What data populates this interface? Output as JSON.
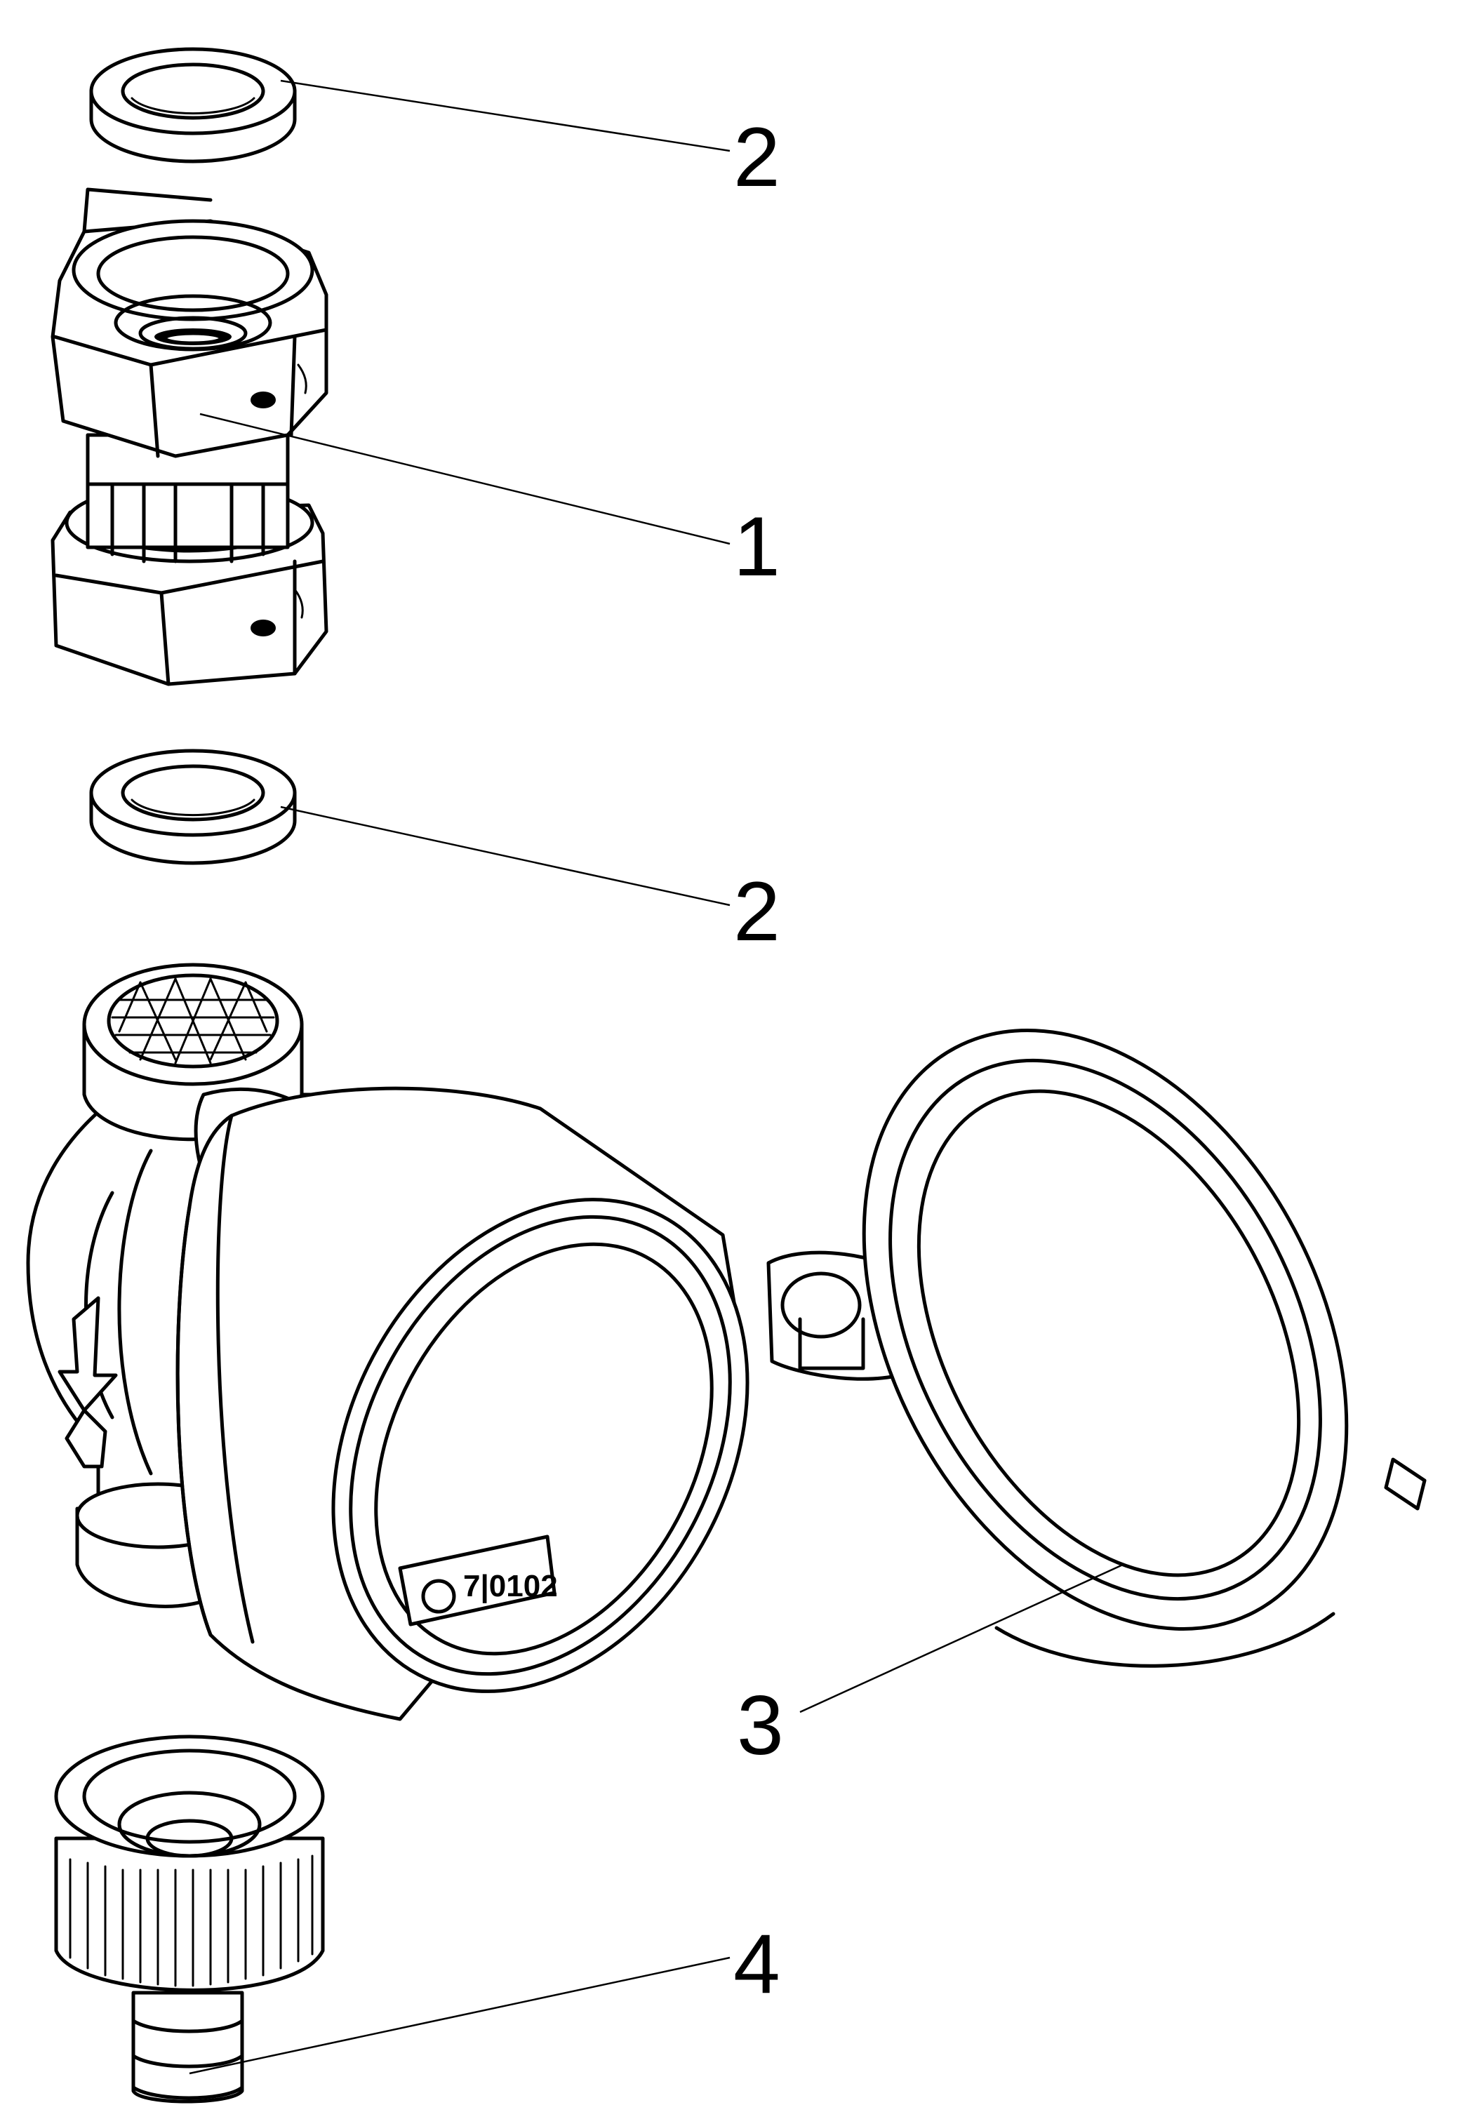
{
  "callouts": {
    "washer_top": "2",
    "fitting": "1",
    "washer_mid": "2",
    "body": "3",
    "hose_nozzle": "4"
  },
  "marking": {
    "code": "7|0102"
  },
  "colors": {
    "ink": "#000000",
    "paper": "#ffffff"
  }
}
